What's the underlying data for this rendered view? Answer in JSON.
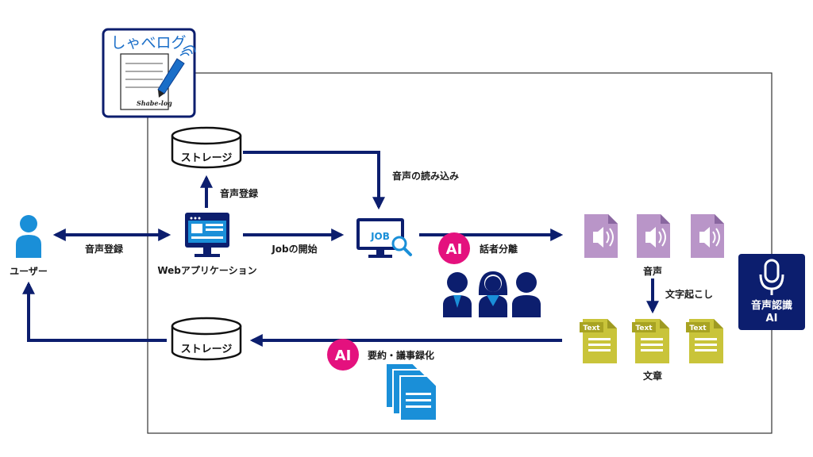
{
  "logo": {
    "title": "しゃべログ",
    "subtitle": "Shabe-log"
  },
  "storage_top": {
    "label": "ストレージ"
  },
  "storage_bottom": {
    "label": "ストレージ"
  },
  "user": {
    "label": "ユーザー"
  },
  "webapp": {
    "label": "Webアプリケーション"
  },
  "job": {
    "badge": "JOB"
  },
  "edges": {
    "user_webapp": "音声登録",
    "webapp_storage": "音声登録",
    "webapp_job": "Jobの開始",
    "storage_job": "音声の読み込み",
    "diarize": "話者分離",
    "transcribe": "文字起こし",
    "summarize": "要約・議事録化"
  },
  "ai_badges": {
    "first": "AI",
    "second": "AI"
  },
  "audio_files": {
    "label": "音声"
  },
  "text_files": {
    "label": "文章",
    "badge": "Text"
  },
  "recognition": {
    "line1": "音声認識",
    "line2": "AI"
  },
  "colors": {
    "navy": "#0c1e6e",
    "blue": "#1a8fd8",
    "magenta": "#e4117e",
    "purple": "#b995c8",
    "olive": "#c9c43a"
  }
}
